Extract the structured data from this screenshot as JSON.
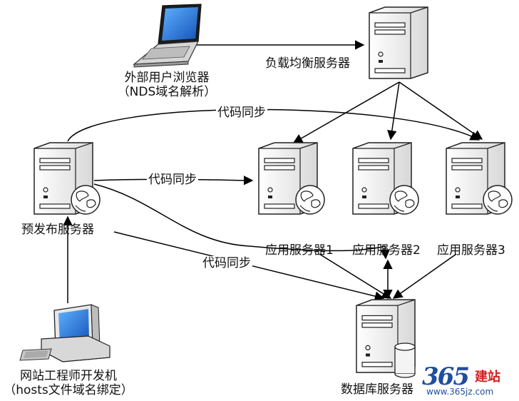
{
  "nodes": {
    "external_user": {
      "line1": "外部用户浏览器",
      "line2": "（NDS域名解析）",
      "icon": "laptop-icon"
    },
    "load_balancer": {
      "label": "负载均衡服务器",
      "icon": "server-tower-icon"
    },
    "staging_server": {
      "label": "预发布服务器",
      "icon": "server-globe-icon"
    },
    "app_server_1": {
      "label": "应用服务器1",
      "icon": "server-globe-icon"
    },
    "app_server_2": {
      "label": "应用服务器2",
      "icon": "server-globe-icon"
    },
    "app_server_3": {
      "label": "应用服务器3",
      "icon": "server-globe-icon"
    },
    "developer": {
      "line1": "网站工程师开发机",
      "line2": "（hosts文件域名绑定）",
      "icon": "desktop-computer-icon"
    },
    "database": {
      "label": "数据库服务器",
      "icon": "database-server-icon"
    }
  },
  "edges": {
    "sync_top": "代码同步",
    "sync_middle": "代码同步",
    "sync_lower": "代码同步"
  },
  "watermark": {
    "number": "365",
    "brand": "建站",
    "url": "www.365jz.com"
  },
  "colors": {
    "line": "#000000",
    "server_body": "#f2f2f2",
    "screen": "#2a7de1",
    "watermark_blue": "#1f4e9c",
    "watermark_red": "#d42020"
  }
}
